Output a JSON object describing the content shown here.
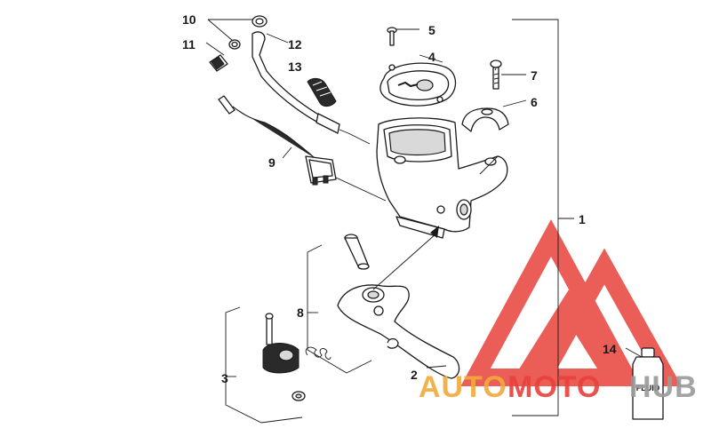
{
  "diagram": {
    "callouts": [
      {
        "id": "1",
        "label": "1"
      },
      {
        "id": "2",
        "label": "2"
      },
      {
        "id": "3",
        "label": "3"
      },
      {
        "id": "4",
        "label": "4"
      },
      {
        "id": "5",
        "label": "5"
      },
      {
        "id": "6",
        "label": "6"
      },
      {
        "id": "7",
        "label": "7"
      },
      {
        "id": "8",
        "label": "8"
      },
      {
        "id": "9",
        "label": "9"
      },
      {
        "id": "10",
        "label": "10"
      },
      {
        "id": "11",
        "label": "11"
      },
      {
        "id": "12",
        "label": "12"
      },
      {
        "id": "13",
        "label": "13"
      },
      {
        "id": "14",
        "label": "14"
      }
    ],
    "bottle_label": "FLUID"
  },
  "watermark": {
    "part1": "AUTO",
    "part2": "MOTO",
    "part3": "HUB",
    "colors": {
      "orange": "#f2a93b",
      "red": "#e8413a",
      "grey": "#9a9a9a"
    }
  }
}
